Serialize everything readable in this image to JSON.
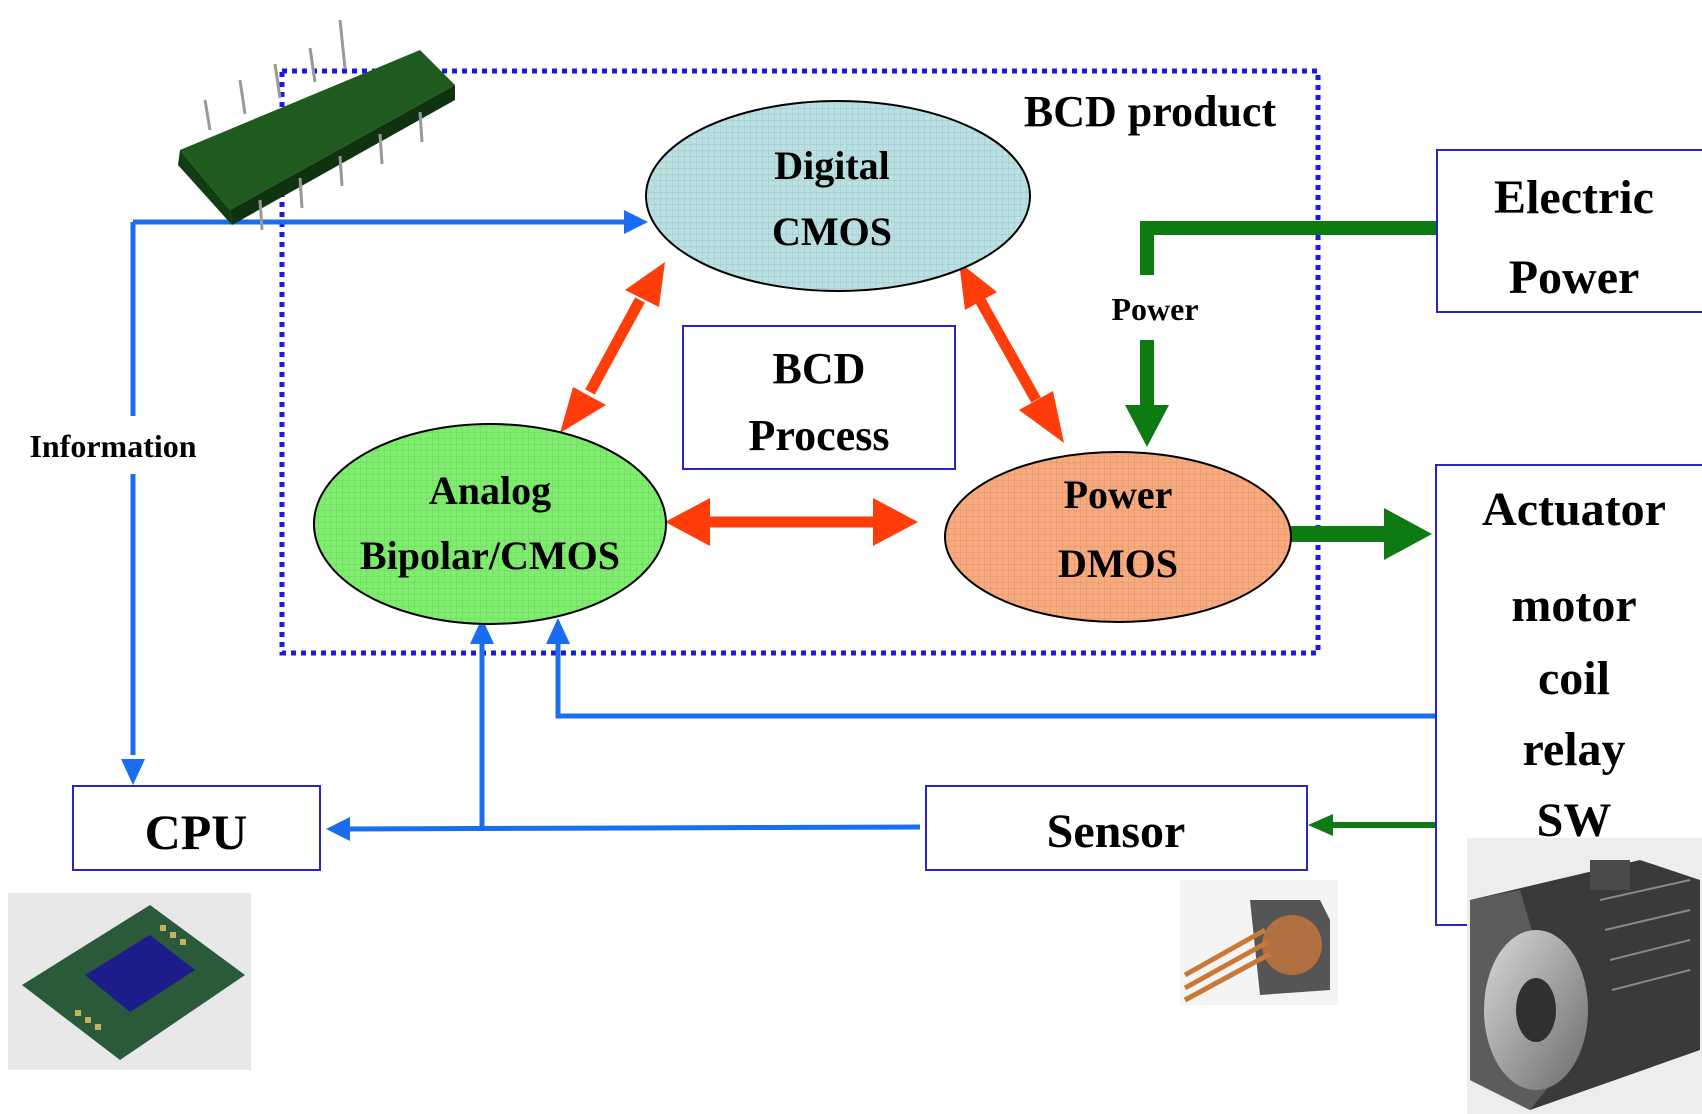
{
  "boundary": {
    "label": "BCD product"
  },
  "blocks": {
    "digital": {
      "line1": "Digital",
      "line2": "CMOS",
      "color": "#b9e0e3"
    },
    "analog": {
      "line1": "Analog",
      "line2": "Bipolar/CMOS",
      "color": "#7fee6f"
    },
    "power": {
      "line1": "Power",
      "line2": "DMOS",
      "color": "#f9aa7e"
    },
    "process": {
      "line1": "BCD",
      "line2": "Process"
    }
  },
  "external": {
    "electric_power": {
      "line1": "Electric",
      "line2": "Power"
    },
    "actuator": {
      "title": "Actuator",
      "items": [
        "motor",
        "coil",
        "relay",
        "SW"
      ]
    },
    "cpu": {
      "label": "CPU"
    },
    "sensor": {
      "label": "Sensor"
    }
  },
  "signals": {
    "information": "Information",
    "power": "Power"
  },
  "colors": {
    "information_line": "#1a6cf0",
    "power_line": "#0e7a12",
    "process_arrow": "#ff3d0a",
    "box_border": "#2a24c8",
    "boundary": "#1a1adf"
  },
  "icons": [
    "power-module-icon",
    "cpu-chip-icon",
    "sensor-icon",
    "motor-icon"
  ]
}
